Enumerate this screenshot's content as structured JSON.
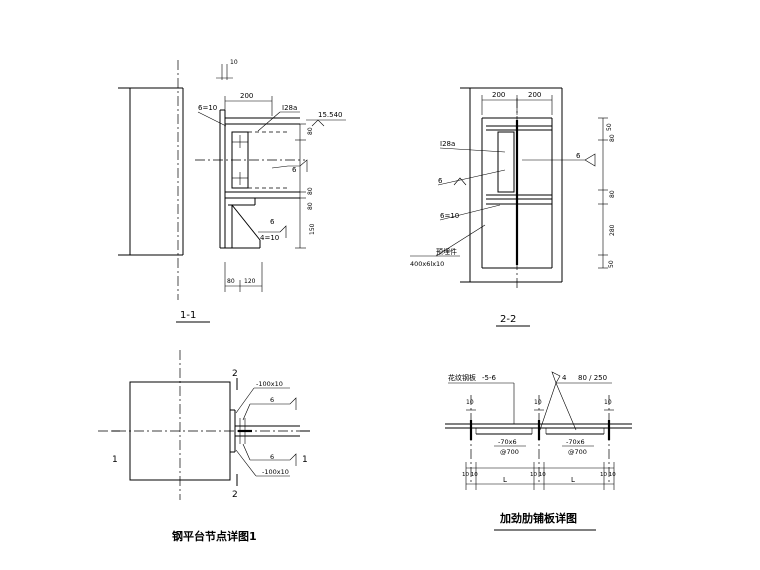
{
  "view_1_1": {
    "label": "1-1",
    "dims": {
      "top10": "10",
      "w200": "200",
      "d80a": "80",
      "d80b": "80",
      "d150": "150",
      "b80": "80",
      "b120": "120"
    },
    "labels": {
      "plate": "6=10",
      "beam": "I28a",
      "elev": "15.540",
      "weld_a": "6",
      "weld_b": "6",
      "plate2": "4=10"
    }
  },
  "view_2_2": {
    "label": "2-2",
    "dims": {
      "w200a": "200",
      "w200b": "200",
      "r50a": "50",
      "r80a": "80",
      "r80b": "80",
      "r280": "280",
      "r50b": "50"
    },
    "labels": {
      "beam": "I28a",
      "weld_a": "6",
      "weld_b": "6",
      "plate": "6=10",
      "emb": "预埋件",
      "emb_size": "400x6lx10"
    }
  },
  "view_node": {
    "title": "钢平台节点详图1",
    "labels": {
      "sec2_top": "2",
      "sec2_bot": "2",
      "sec1_left": "1",
      "sec1_right": "1",
      "plate_top": "-100x10",
      "weld_top": "6",
      "weld_bot": "6",
      "plate_bot": "-100x10"
    }
  },
  "view_rib": {
    "title": "加劲肋铺板详图",
    "labels": {
      "checker": "花纹钢板",
      "thk": "-5-6",
      "weld": "4",
      "weld_spec": "80 / 250",
      "rib_a": "-70x6",
      "spc_a": "@700",
      "rib_b": "-70x6",
      "spc_b": "@700",
      "d10a": "10",
      "d10b": "10",
      "d10c": "10",
      "span_a": "L",
      "span_b": "L",
      "b10a": "10 10",
      "b10b": "10 10",
      "b10c": "10 10"
    }
  }
}
